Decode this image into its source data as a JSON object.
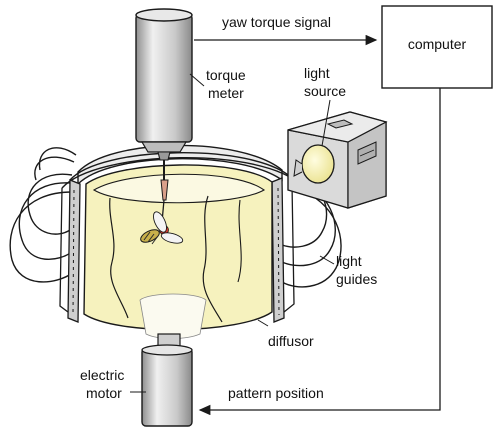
{
  "diagram": {
    "labels": {
      "yaw_torque_signal": "yaw torque signal",
      "computer": "computer",
      "torque": "torque",
      "meter": "meter",
      "light": "light",
      "source": "source",
      "light2": "light",
      "guides": "guides",
      "diffusor": "diffusor",
      "electric": "electric",
      "motor": "motor",
      "pattern_position": "pattern position"
    },
    "colors": {
      "ink": "#1a1a1a",
      "metal_light": "#e4e4e4",
      "metal_dark": "#a9a9a9",
      "diffuser_fill": "#f6f2be",
      "diffuser_glow": "#fbf9e2",
      "light_box": "#d6d6d6",
      "bulb": "#f8f3b0"
    }
  }
}
